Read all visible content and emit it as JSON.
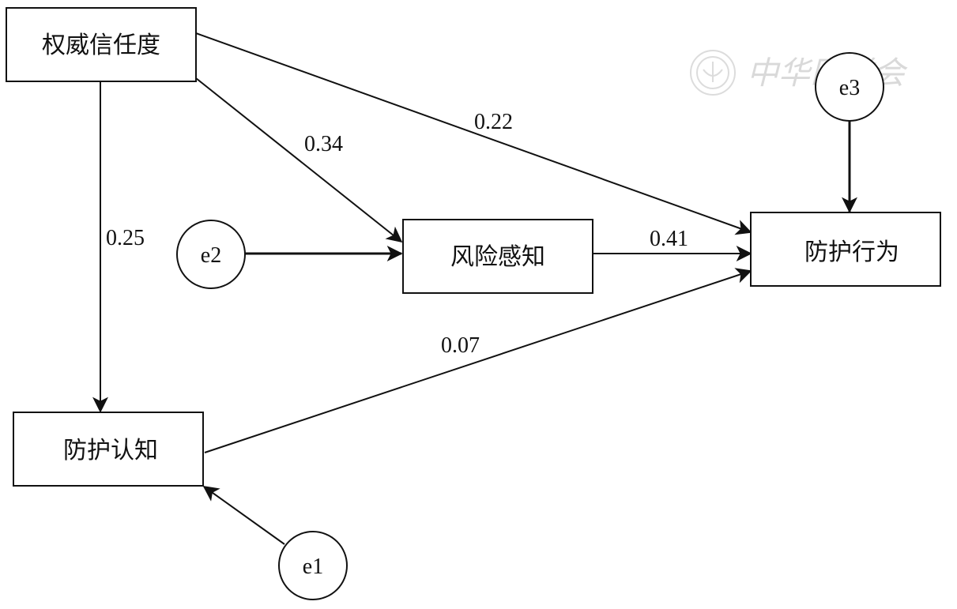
{
  "diagram": {
    "type": "path-model",
    "watermark": "中华医学会",
    "colors": {
      "stroke": "#111111",
      "background": "#ffffff",
      "watermark": "#d9d9d9"
    },
    "nodes": {
      "authority_trust": {
        "label": "权威信任度"
      },
      "risk_perception": {
        "label": "风险感知"
      },
      "protective_behavior": {
        "label": "防护行为"
      },
      "protective_cognition": {
        "label": "防护认知"
      }
    },
    "errors": {
      "e1": {
        "label": "e1",
        "target": "防护认知"
      },
      "e2": {
        "label": "e2",
        "target": "风险感知"
      },
      "e3": {
        "label": "e3",
        "target": "防护行为"
      }
    },
    "paths": [
      {
        "from": "权威信任度",
        "to": "防护行为",
        "coefficient": "0.22"
      },
      {
        "from": "权威信任度",
        "to": "风险感知",
        "coefficient": "0.34"
      },
      {
        "from": "权威信任度",
        "to": "防护认知",
        "coefficient": "0.25"
      },
      {
        "from": "风险感知",
        "to": "防护行为",
        "coefficient": "0.41"
      },
      {
        "from": "防护认知",
        "to": "防护行为",
        "coefficient": "0.07"
      }
    ]
  }
}
